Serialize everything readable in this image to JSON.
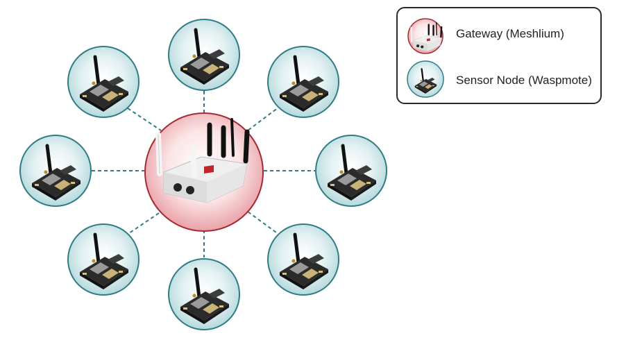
{
  "legend": {
    "gateway_label": "Gateway (Meshlium)",
    "sensor_node_label": "Sensor Node (Waspmote)"
  },
  "colors": {
    "gateway_fill_center": "#ffffff",
    "gateway_fill_edge": "#e9a1a6",
    "gateway_stroke": "#a32a32",
    "node_fill_center": "#ffffff",
    "node_fill_edge": "#b5d9dd",
    "node_stroke": "#2e7c84",
    "link_color": "#2e7c84"
  },
  "diagram": {
    "topology": "star",
    "center": "gateway",
    "node_count": 8
  }
}
